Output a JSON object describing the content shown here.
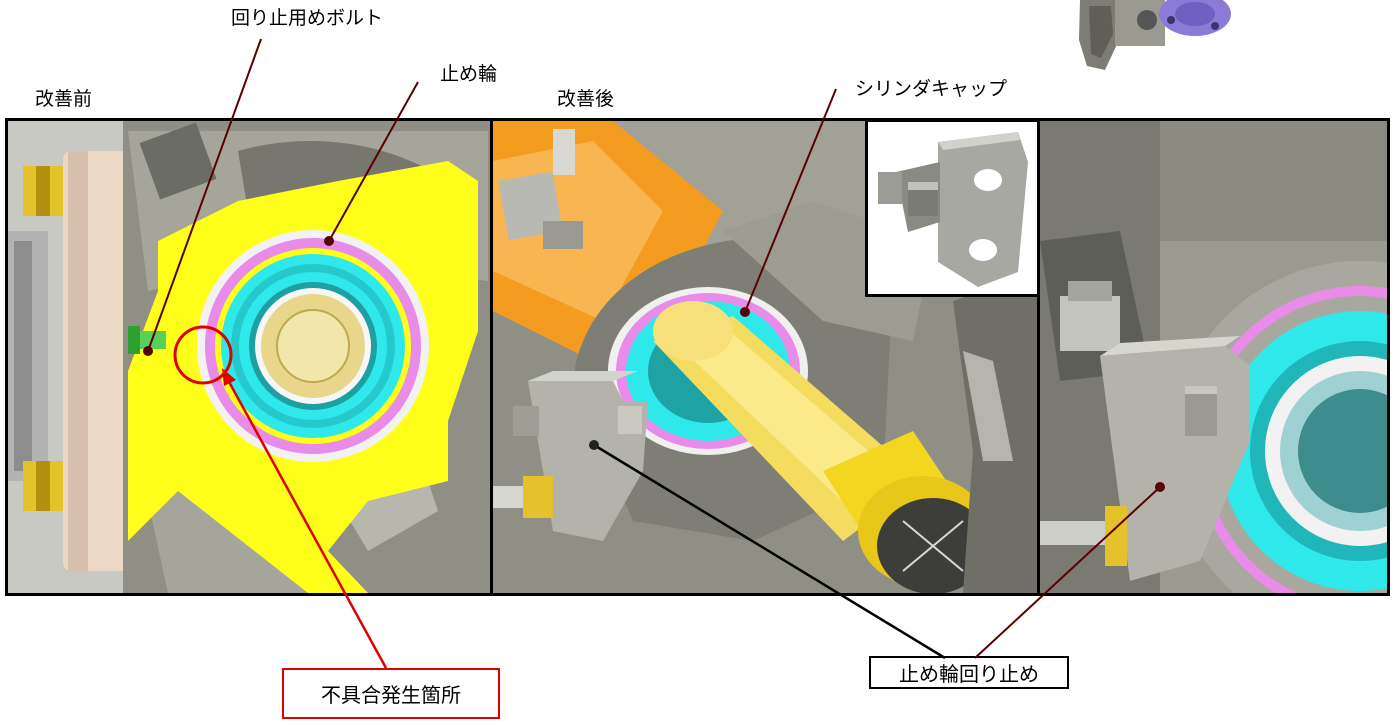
{
  "labels": {
    "stop_bolt": "回り止用めボルト",
    "retaining_ring": "止め輪",
    "before": "改善前",
    "after": "改善後",
    "cylinder_cap": "シリンダキャップ",
    "defect_location": "不具合発生箇所",
    "ring_stopper": "止め輪回り止め"
  },
  "colors": {
    "highlight_yellow": "#ffff1a",
    "ring_pink": "#e98be9",
    "ring_cyan": "#2ee8ea",
    "metal_gray": "#8f8f86",
    "orange": "#f39c1f",
    "callout_dark_red": "#5a0000",
    "callout_red": "#e00000"
  }
}
